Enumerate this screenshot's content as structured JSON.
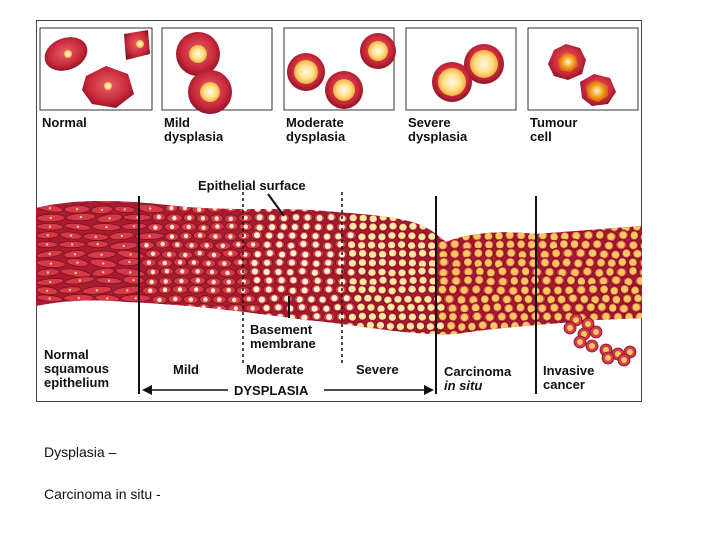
{
  "cells": [
    {
      "id": "normal",
      "label": [
        "Normal"
      ]
    },
    {
      "id": "mild",
      "label": [
        "Mild",
        "dysplasia"
      ]
    },
    {
      "id": "moderate",
      "label": [
        "Moderate",
        "dysplasia"
      ]
    },
    {
      "id": "severe",
      "label": [
        "Severe",
        "dysplasia"
      ]
    },
    {
      "id": "tumour",
      "label": [
        "Tumour",
        "cell"
      ]
    }
  ],
  "tissue": {
    "epithelial_surface": "Epithelial surface",
    "basement_membrane": [
      "Basement",
      "membrane"
    ],
    "stages": {
      "normal": [
        "Normal",
        "squamous",
        "epithelium"
      ],
      "mild": "Mild",
      "moderate": "Moderate",
      "severe": "Severe",
      "cis_line1": "Carcinoma",
      "cis_line2": "in situ",
      "invasive": [
        "Invasive",
        "cancer"
      ]
    },
    "dysplasia_label": "DYSPLASIA"
  },
  "captions": {
    "dysplasia": "Dysplasia –",
    "cis": "Carcinoma in situ -"
  },
  "colors": {
    "cell_red": "#c8283a",
    "cell_dark": "#7a1020",
    "nucleus_yellow": "#f5d060",
    "nucleus_pale": "#fff4cc"
  }
}
